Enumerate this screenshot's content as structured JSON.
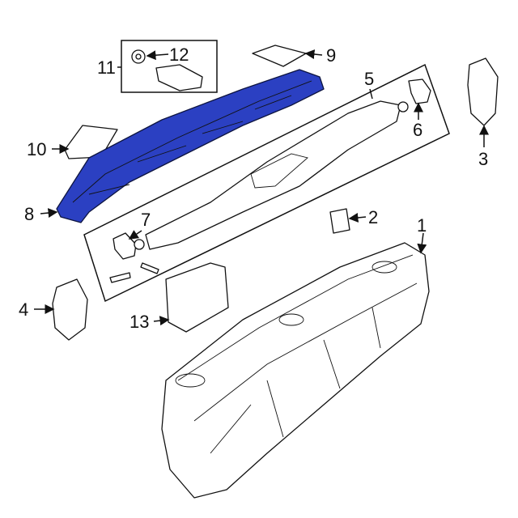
{
  "diagram": {
    "callouts": [
      {
        "id": "1",
        "label": "1"
      },
      {
        "id": "2",
        "label": "2"
      },
      {
        "id": "3",
        "label": "3"
      },
      {
        "id": "4",
        "label": "4"
      },
      {
        "id": "5",
        "label": "5"
      },
      {
        "id": "6",
        "label": "6"
      },
      {
        "id": "7",
        "label": "7"
      },
      {
        "id": "8",
        "label": "8"
      },
      {
        "id": "9",
        "label": "9"
      },
      {
        "id": "10",
        "label": "10"
      },
      {
        "id": "11",
        "label": "11"
      },
      {
        "id": "12",
        "label": "12"
      },
      {
        "id": "13",
        "label": "13"
      }
    ],
    "colors": {
      "highlight": "#2b40c2",
      "line": "#111111"
    }
  }
}
